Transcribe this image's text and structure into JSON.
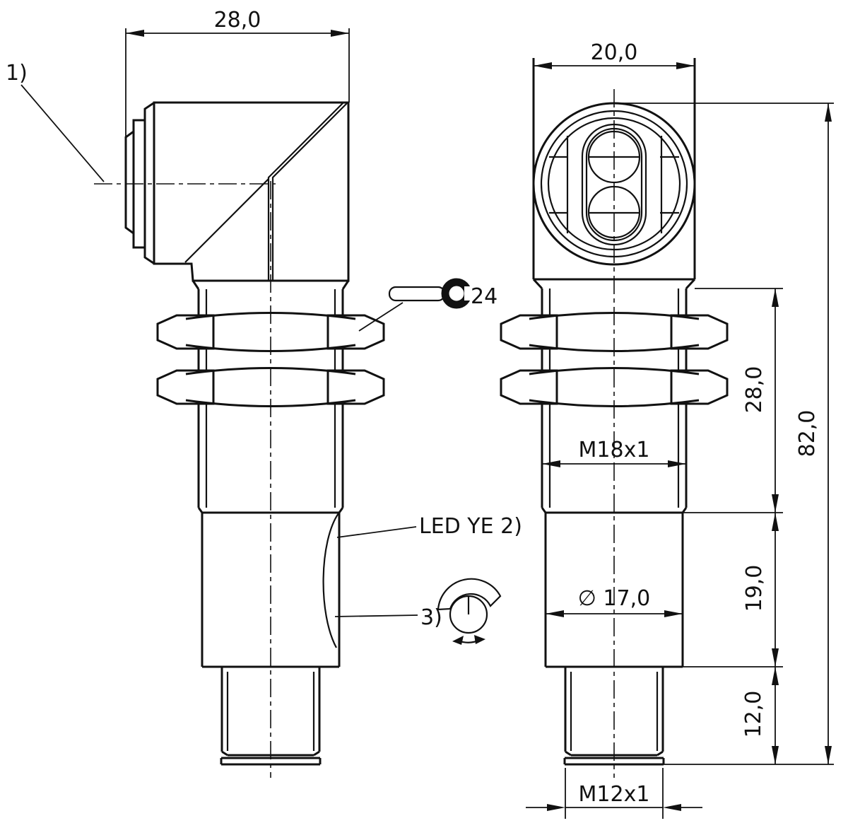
{
  "drawing": {
    "background": "#ffffff",
    "line_color": "#111111",
    "dimensions": {
      "head_depth": "28,0",
      "head_width": "20,0",
      "thread_length": "28,0",
      "overall_length": "82,0",
      "body_length": "19,0",
      "connector_length": "12,0",
      "body_diameter": "∅ 17,0",
      "barrel_thread": "M18x1",
      "connector_thread": "M12x1",
      "wrench_size": "24"
    },
    "callouts": {
      "note_1": "1)",
      "led_label": "LED YE 2)",
      "note_3": "3)"
    }
  }
}
